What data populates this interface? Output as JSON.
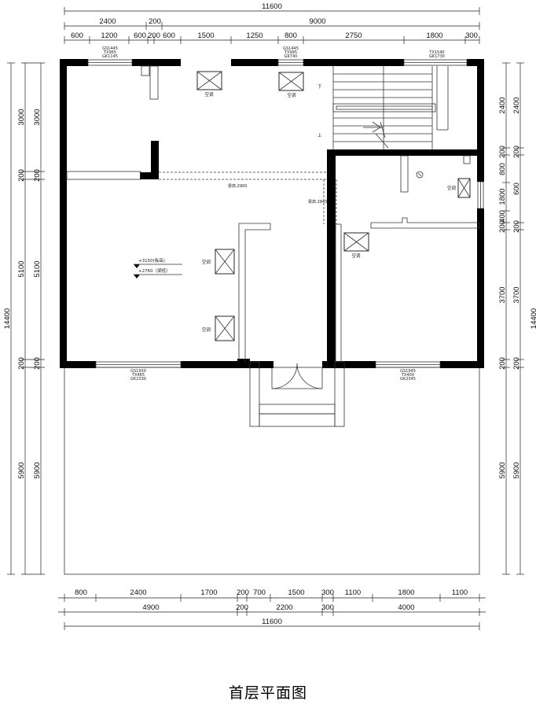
{
  "title": "首层平面图",
  "top_dims": {
    "total": "11600",
    "row2": [
      "2400",
      "200",
      "9000"
    ],
    "row3": [
      "600",
      "1200",
      "600",
      "200",
      "600",
      "1500",
      "1250",
      "800",
      "2750",
      "1800",
      "300"
    ]
  },
  "bottom_dims": {
    "row1": [
      "800",
      "2400",
      "1700",
      "200",
      "700",
      "1500",
      "300",
      "1100",
      "1800",
      "1100"
    ],
    "row2": [
      "4900",
      "200",
      "2200",
      "300",
      "4000"
    ],
    "total": "11600"
  },
  "left_dims": {
    "total": "14400",
    "row_outer": [
      "3000",
      "200",
      "5100",
      "200",
      "5900"
    ],
    "row_inner": [
      "3000",
      "200",
      "5100",
      "200",
      "5900"
    ]
  },
  "right_dims": {
    "total": "14400",
    "row_outer": [
      "2400",
      "200",
      "800",
      "1800",
      "400",
      "200",
      "3700",
      "200",
      "5900"
    ],
    "row_inner": [
      "2400",
      "200",
      "600",
      "200",
      "3700",
      "200",
      "5900"
    ]
  },
  "ac_label": "空调",
  "stairs": {
    "down": "下",
    "up": "上"
  },
  "levels": {
    "high": "+3150(板高)",
    "low": "+2760（梁低）"
  },
  "beams": {
    "beam1": "梁高:2900",
    "beam2": "梁高:2845"
  },
  "window_tags": {
    "w1": [
      "GS1445",
      "TX965",
      "GK1145"
    ],
    "w2": [
      "GS1445",
      "TX995",
      "GK740"
    ],
    "w3": [
      "TX1540",
      "GK1730"
    ],
    "w4": [
      "GS1930",
      "TX465",
      "GK2330"
    ],
    "w5": [
      "GS1945",
      "TX400",
      "GK2345"
    ]
  }
}
